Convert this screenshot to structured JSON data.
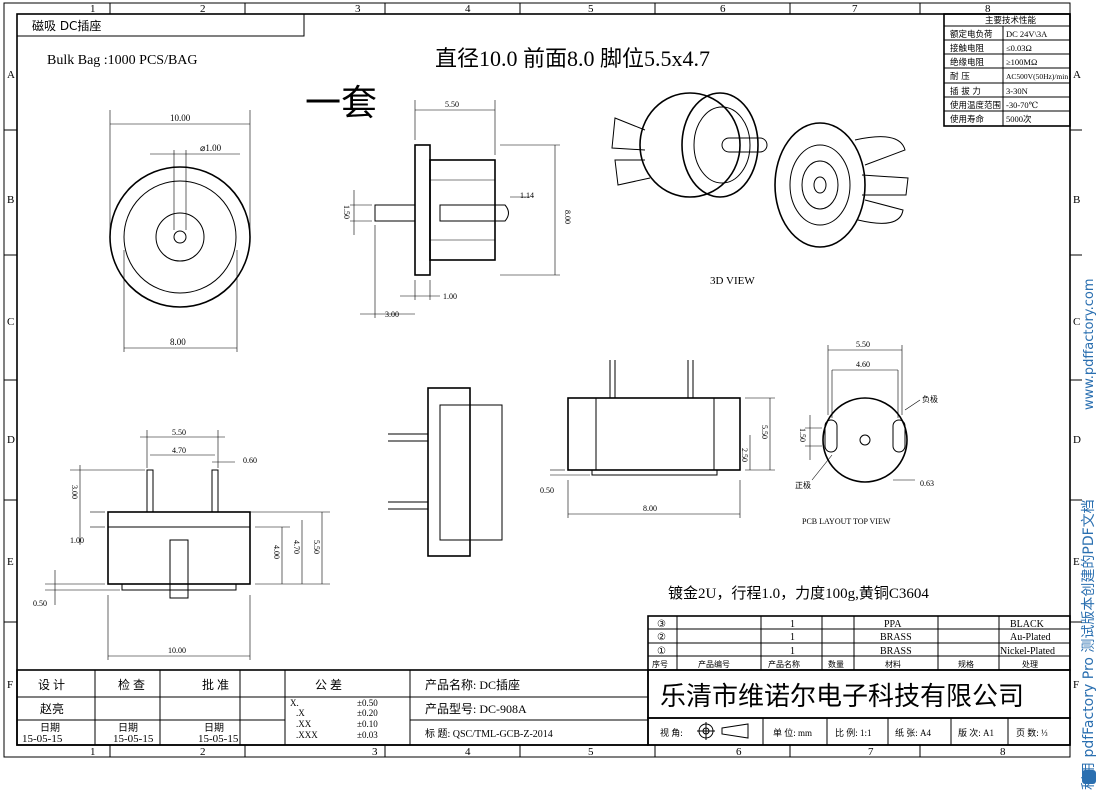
{
  "header": {
    "category": "磁吸  DC插座",
    "packing": "Bulk Bag :1000 PCS/BAG",
    "title": "直径10.0  前面8.0  脚位5.5x4.7",
    "set_label": "一套",
    "view_3d": "3D VIEW",
    "pcb_view": "PCB LAYOUT TOP VIEW",
    "note": "镀金2U，行程1.0，力度100g,黄铜C3604"
  },
  "grid": {
    "columns": [
      "1",
      "2",
      "3",
      "4",
      "5",
      "6",
      "7",
      "8"
    ],
    "rows": [
      "A",
      "B",
      "C",
      "D",
      "E",
      "F"
    ]
  },
  "specs": {
    "title": "主要技术性能",
    "rows": [
      {
        "k": "额定电负荷",
        "v": "DC 24V\\3A"
      },
      {
        "k": "接触电阻",
        "v": "≤0.03Ω"
      },
      {
        "k": "绝缘电阻",
        "v": "≥100MΩ"
      },
      {
        "k": "耐    压",
        "v": "AC500V(50Hz)/min"
      },
      {
        "k": "插 拔 力",
        "v": "3-30N"
      },
      {
        "k": "使用温度范围",
        "v": "-30-70℃"
      },
      {
        "k": "使用寿命",
        "v": "5000次"
      }
    ]
  },
  "dims": {
    "front_width": "10.00",
    "pin_dia": "⌀1.00",
    "front_inner": "8.00",
    "side_len": "5.50",
    "side_h": "8.00",
    "side_pin": "1.14",
    "side_pin_h": "1.50",
    "side_1": "1.00",
    "side_3": "3.00",
    "bl_550": "5.50",
    "bl_470": "4.70",
    "bl_060": "0.60",
    "bl_300": "3.00",
    "bl_100": "1.00",
    "bl_400": "4.00",
    "bl_470v": "4.70",
    "bl_550v": "5.50",
    "bl_050": "0.50",
    "bl_1000": "10.00",
    "mr_550": "5.50",
    "mr_250": "2.50",
    "mr_050": "0.50",
    "mr_800": "8.00",
    "pcb_550": "5.50",
    "pcb_460": "4.60",
    "pcb_150": "1.50",
    "pcb_063": "0.63",
    "pcb_neg": "负极",
    "pcb_pos": "正极"
  },
  "bom": {
    "headers": [
      "序号",
      "产品编号",
      "产品名称",
      "数量",
      "材料",
      "规格",
      "处理"
    ],
    "rows": [
      {
        "no": "③",
        "code": "",
        "qty": "1",
        "num": "",
        "mat": "PPA",
        "spec": "",
        "finish": "BLACK"
      },
      {
        "no": "②",
        "code": "",
        "qty": "1",
        "num": "",
        "mat": "BRASS",
        "spec": "",
        "finish": "Au-Plated"
      },
      {
        "no": "①",
        "code": "",
        "qty": "1",
        "num": "",
        "mat": "BRASS",
        "spec": "",
        "finish": "Nickel-Plated"
      }
    ]
  },
  "company": "乐清市维诺尔电子科技有限公司",
  "footer": {
    "view_angle": "视 角:",
    "unit": "单 位: mm",
    "scale": "比 例: 1:1",
    "paper": "纸 张: A4",
    "revision": "版 次: A1",
    "pages": "页 数: ⅓"
  },
  "titleblock": {
    "design": "设 计",
    "check": "检 查",
    "approve": "批 准",
    "tolerance": "公 差",
    "designer": "赵亮",
    "date_label": "日期",
    "date1": "15-05-15",
    "date2": "15-05-15",
    "date3": "15-05-15",
    "tol": [
      {
        "k": "X.",
        "v": "±0.50"
      },
      {
        "k": ".X",
        "v": "±0.20"
      },
      {
        "k": ".XX",
        "v": "±0.10"
      },
      {
        "k": ".XXX",
        "v": "±0.03"
      }
    ],
    "product_name": "产品名称: DC插座",
    "product_model": "产品型号:  DC-908A",
    "title_no": "标    题:      QSC/TML-GCB-Z-2014"
  },
  "watermark": "利用 pdfFactory Pro 测试版本创建的PDF文档",
  "watermark_url": "www.pdffactory.com"
}
